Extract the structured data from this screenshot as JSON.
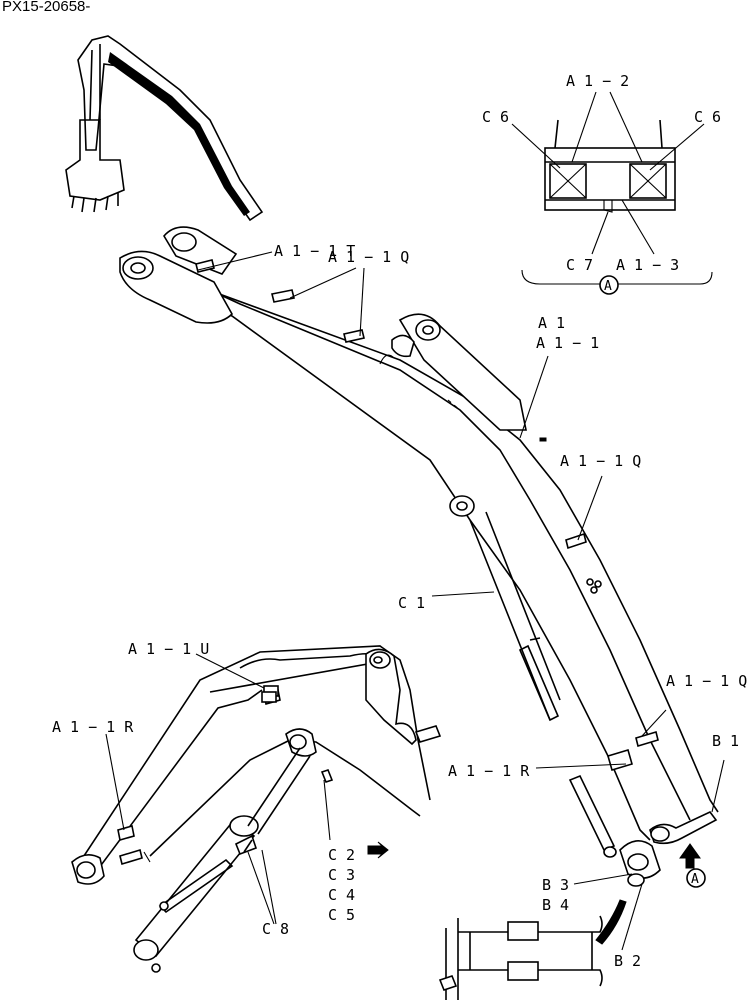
{
  "document": {
    "id": "PX15-20658-"
  },
  "callouts": {
    "a1_2": "A 1 − 2",
    "c6_left": "C 6",
    "c6_right": "C 6",
    "c7": "C 7",
    "a1_3": "A 1 − 3",
    "a1_1t": "A 1 − 1 T",
    "a1_1q_top": "A 1 − 1 Q",
    "a1": "A 1",
    "a1_1": "A 1 − 1",
    "a1_1q_mid": "A 1 − 1 Q",
    "c1": "C 1",
    "a1_1q_right": "A 1 − 1 Q",
    "b1": "B 1",
    "a1_1u": "A 1 − 1 U",
    "a1_1r_left": "A 1 − 1 R",
    "a1_1r_mid": "A 1 − 1 R",
    "c2": "C 2",
    "c3": "C 3",
    "c4": "C 4",
    "c5": "C 5",
    "c8": "C 8",
    "b3": "B 3",
    "b4": "B 4",
    "b2": "B 2"
  },
  "view_marker": {
    "letter": "A"
  }
}
